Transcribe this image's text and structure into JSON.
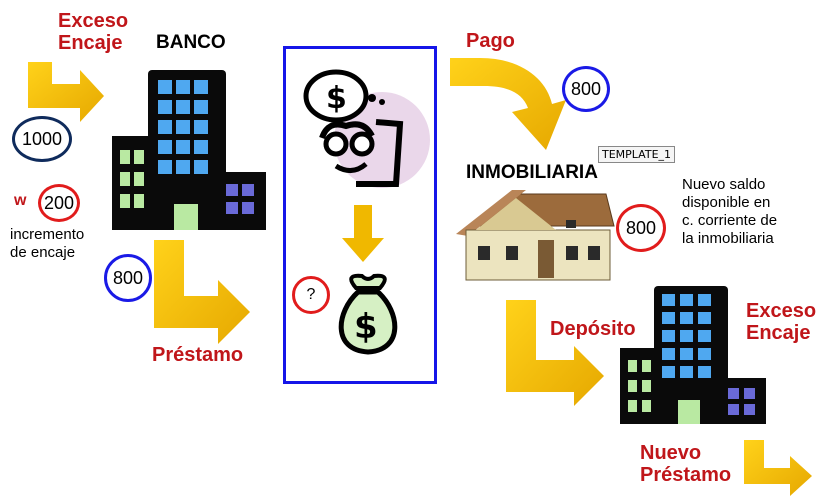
{
  "labels": {
    "exceso_encaje_top": "Exceso\nEncaje",
    "banco": "BANCO",
    "pago": "Pago",
    "inmobiliaria": "INMOBILIARIA",
    "template": "TEMPLATE_1",
    "nuevo_saldo": "Nuevo saldo\ndisponible en\nc. corriente de\nla inmobiliaria",
    "w": "w",
    "incremento": "incremento\nde encaje",
    "prestamo": "Préstamo",
    "deposito": "Depósito",
    "exceso_encaje_bottom": "Exceso\nEncaje",
    "nuevo_prestamo": "Nuevo\nPréstamo",
    "question": "?"
  },
  "values": {
    "v1000": "1000",
    "v200": "200",
    "v800_left": "800",
    "v800_pago": "800",
    "v800_saldo": "800"
  },
  "colors": {
    "red_label": "#c0161a",
    "arrow_yellow": "#f2c200",
    "panel_blue": "#1515e8"
  }
}
